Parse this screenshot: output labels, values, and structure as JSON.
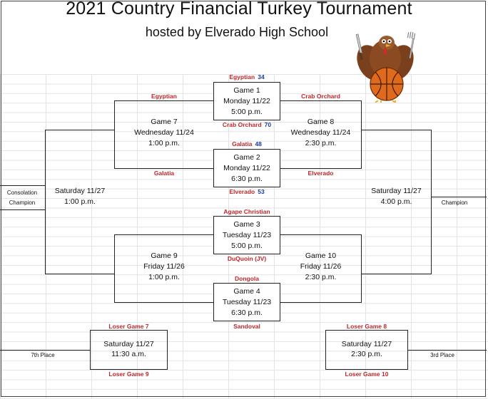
{
  "header": {
    "title": "2021 Country Financial Turkey Tournament",
    "subtitle": "hosted by Elverado High School"
  },
  "games": {
    "g1": {
      "name": "Game 1",
      "day": "Monday 11/22",
      "time": "5:00 p.m."
    },
    "g2": {
      "name": "Game 2",
      "day": "Monday 11/22",
      "time": "6:30 p.m."
    },
    "g3": {
      "name": "Game 3",
      "day": "Tuesday 11/23",
      "time": "5:00 p.m."
    },
    "g4": {
      "name": "Game 4",
      "day": "Tuesday 11/23",
      "time": "6:30 p.m."
    },
    "g7": {
      "name": "Game 7",
      "day": "Wednesday 11/24",
      "time": "1:00 p.m."
    },
    "g8": {
      "name": "Game 8",
      "day": "Wednesday 11/24",
      "time": "2:30 p.m."
    },
    "g9": {
      "name": "Game 9",
      "day": "Friday 11/26",
      "time": "1:00 p.m."
    },
    "g10": {
      "name": "Game 10",
      "day": "Friday 11/26",
      "time": "2:30 p.m."
    },
    "consolation_final": {
      "day": "Saturday 11/27",
      "time": "1:00 p.m."
    },
    "championship": {
      "day": "Saturday 11/27",
      "time": "4:00 p.m."
    },
    "seventh_place_game": {
      "day": "Saturday 11/27",
      "time": "11:30 a.m."
    },
    "third_place_game": {
      "day": "Saturday 11/27",
      "time": "2:30 p.m."
    }
  },
  "teams": {
    "g1_top": {
      "name": "Egyptian",
      "score": "34"
    },
    "g1_bottom": {
      "name": "Crab Orchard",
      "score": "70"
    },
    "g2_top": {
      "name": "Galatia",
      "score": "48"
    },
    "g2_bottom": {
      "name": "Elverado",
      "score": "53"
    },
    "g3_top": "Agape Christian",
    "g3_bottom": "DuQuoin (JV)",
    "g4_top": "Dongola",
    "g4_bottom": "Sandoval",
    "g7_top": "Egyptian",
    "g7_bottom": "Galatia",
    "g8_top": "Crab Orchard",
    "g8_bottom": "Elverado",
    "seventh_top": "Loser Game 7",
    "seventh_bottom": "Loser Game 9",
    "third_top": "Loser Game 8",
    "third_bottom": "Loser Game 10"
  },
  "places": {
    "consolation": "Consolation",
    "consolation_champion": "Champion",
    "champion": "Champion",
    "seventh": "7th Place",
    "third": "3rd Place"
  },
  "colors": {
    "team_label": "#c0262a",
    "score": "#1f3b9c",
    "bracket_line": "#222222"
  },
  "icons": {
    "mascot": "turkey-with-basketball-icon"
  }
}
